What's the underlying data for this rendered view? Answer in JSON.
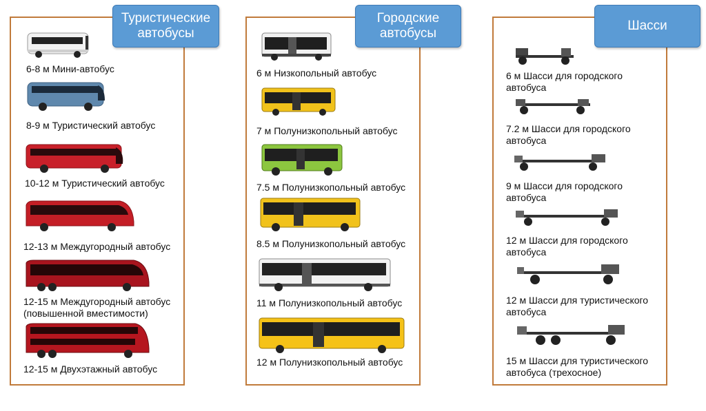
{
  "columns": {
    "tourist": {
      "title": "Туристические\nавтобусы",
      "items": [
        {
          "label": "6-8 м Мини-автобус",
          "body_color": "#f2f2f2"
        },
        {
          "label": "8-9 м Туристический автобус",
          "body_color": "#5f88ad"
        },
        {
          "label": "10-12 м Туристический автобус",
          "body_color": "#c8202a"
        },
        {
          "label": "12-13 м Междугородный автобус",
          "body_color": "#c41e26"
        },
        {
          "label": "12-15 м Междугородный автобус\n(повышенной вместимости)",
          "body_color": "#a8141e"
        },
        {
          "label": "12-15 м Двухэтажный автобус",
          "body_color": "#b5161f"
        }
      ]
    },
    "city": {
      "title": "Городские\nавтобусы",
      "items": [
        {
          "label": "6 м Низкопольный автобус",
          "body_color": "#f0f0f0"
        },
        {
          "label": "7 м Полунизкопольный автобус",
          "body_color": "#f1c21b"
        },
        {
          "label": "7.5 м Полунизкопольный автобус",
          "body_color": "#8cc63f"
        },
        {
          "label": "8.5 м Полунизкопольный автобус",
          "body_color": "#f1c21b"
        },
        {
          "label": "11 м Полунизкопольный автобус",
          "body_color": "#f2f2f2"
        },
        {
          "label": "12 м Полунизкопольный автобус",
          "body_color": "#f5c218"
        }
      ]
    },
    "chassis": {
      "title": "Шасси",
      "items": [
        {
          "label": "6 м Шасси для городского\nавтобуса"
        },
        {
          "label": "7.2 м Шасси для городского\nавтобуса"
        },
        {
          "label": "9 м Шасси для городского\nавтобуса"
        },
        {
          "label": "12 м Шасси для городского\nавтобуса"
        },
        {
          "label": "12 м Шасси для туристического\nавтобуса"
        },
        {
          "label": "15 м Шасси для туристического\nавтобуса (трехосное)"
        }
      ]
    }
  }
}
